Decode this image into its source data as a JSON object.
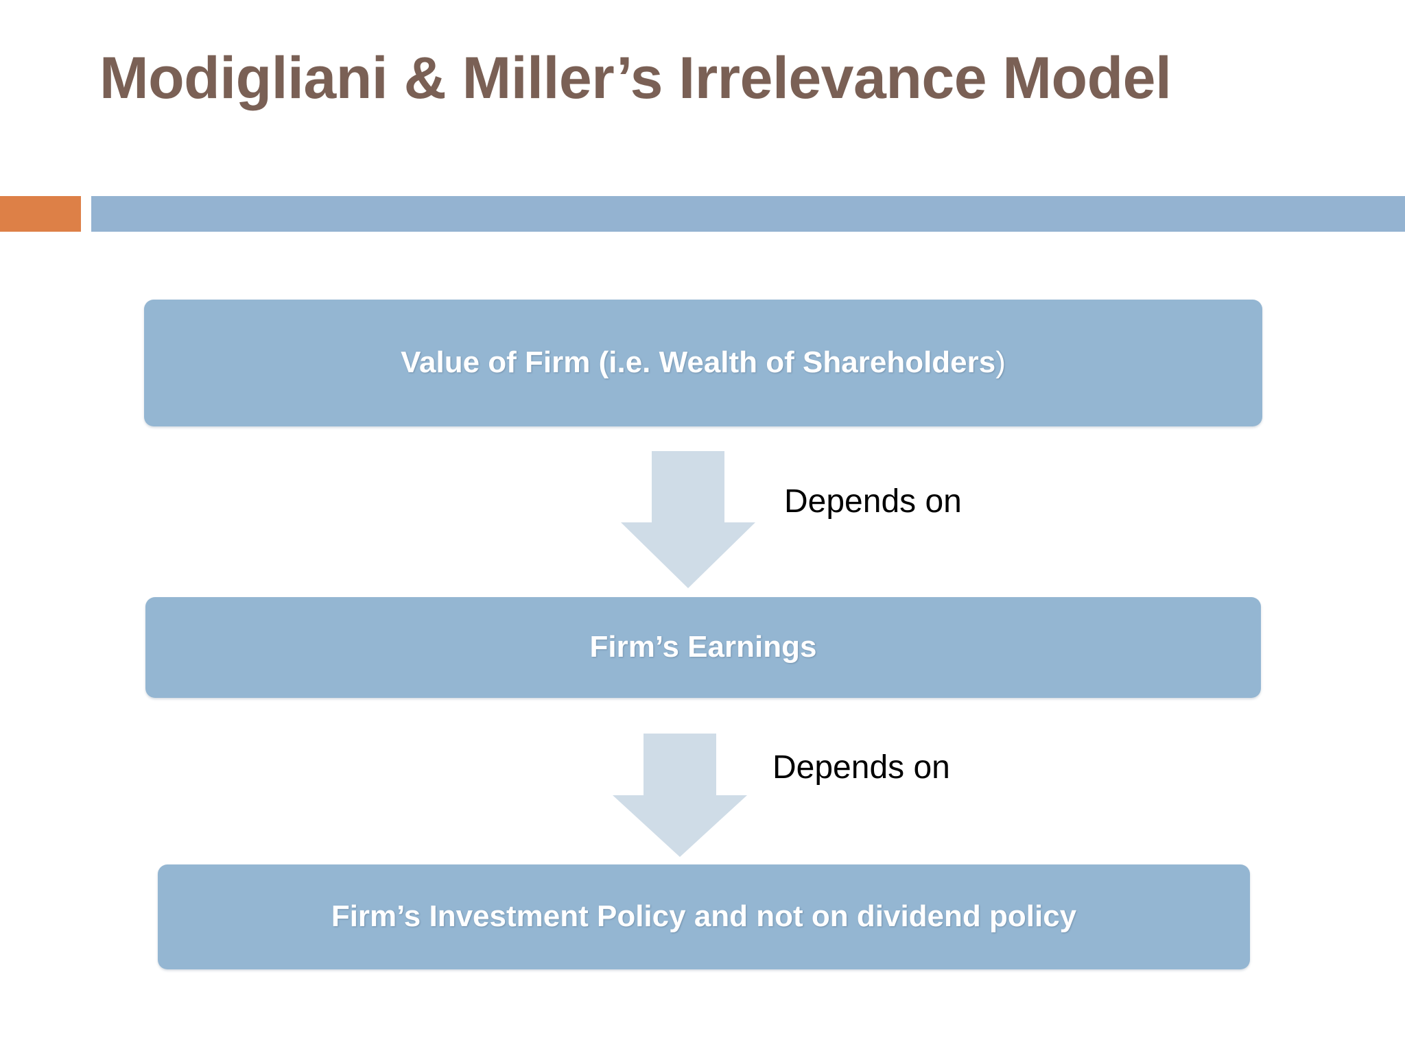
{
  "slide": {
    "title": "Modigliani & Miller’s Irrelevance Model",
    "title_line_1": "Modigliani & Miller’s Irrelevance",
    "title_line_2": "Model",
    "background_color": "#ffffff",
    "title_color": "#7a6055"
  },
  "header": {
    "accent_bar_orange_color": "#dd8047",
    "accent_bar_blue_color": "#94b3d1"
  },
  "diagram": {
    "box_fill_color": "#94b6d2",
    "box_text_color": "#ffffff",
    "arrow_fill_color": "#cfdce7",
    "caption_text_color": "#000000",
    "boxes": [
      {
        "id": "value-of-firm",
        "label": "Value of Firm (i.e. Wealth of Shareholders)",
        "label_main": "Value of Firm (i.e. Wealth of Shareholders",
        "label_tail": ")"
      },
      {
        "id": "firms-earnings",
        "label": "Firm’s Earnings",
        "label_main": "Firm’s Earnings",
        "label_tail": ""
      },
      {
        "id": "firms-investment-policy",
        "label": "Firm’s Investment Policy and not on dividend policy",
        "label_main": "Firm’s Investment Policy and not on dividend policy",
        "label_tail": ""
      }
    ],
    "arrows": [
      {
        "id": "arrow-1",
        "caption": "Depends on",
        "direction": "down"
      },
      {
        "id": "arrow-2",
        "caption": "Depends on",
        "direction": "down"
      }
    ]
  }
}
